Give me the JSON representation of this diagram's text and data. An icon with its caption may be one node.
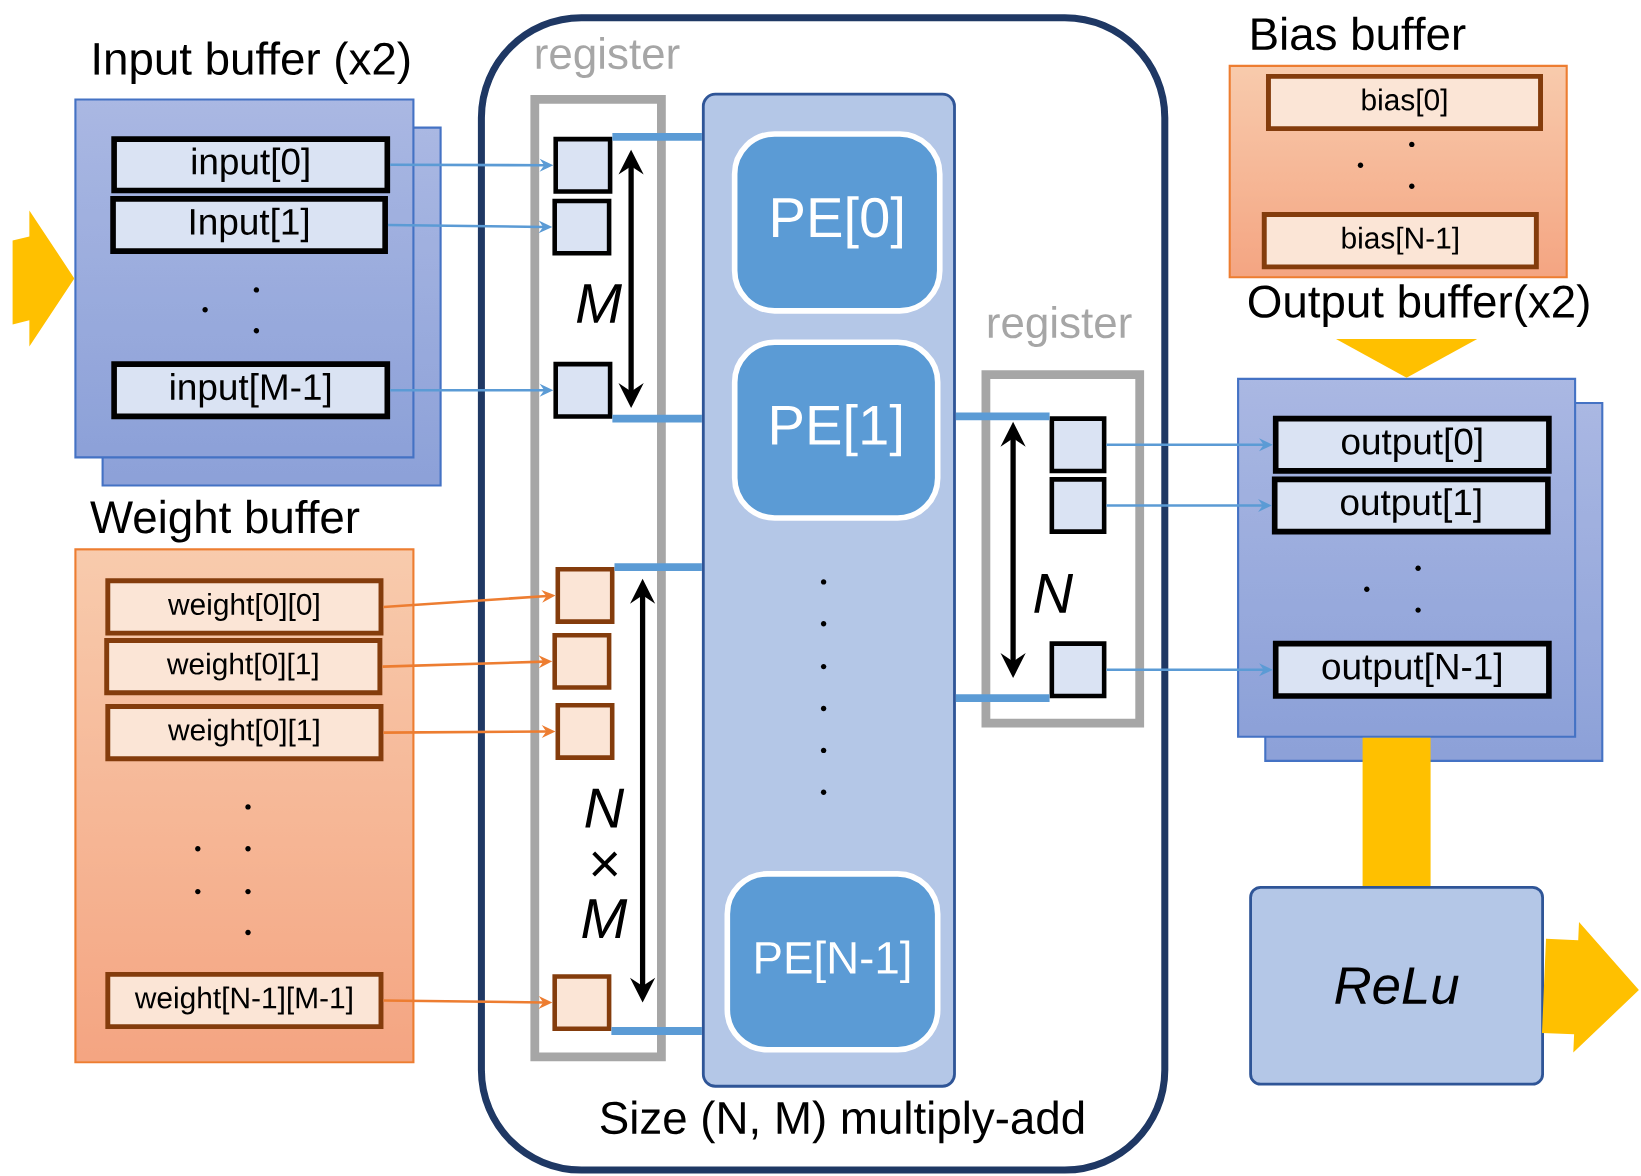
{
  "diagram": {
    "nodes": [
      {
        "text": [
          "Input buffer (x2)"
        ]
      },
      {
        "text": [
          "input[0]"
        ],
        "in": 0
      },
      {
        "text": [
          "Input[1]"
        ],
        "in": 0
      },
      {
        "text": [
          "input[M-1]"
        ],
        "in": 0
      },
      {
        "text": [
          "Weight buffer"
        ]
      },
      {
        "text": [
          "weight[0][0]"
        ],
        "in": 4
      },
      {
        "text": [
          "weight[0][1]"
        ],
        "in": 4
      },
      {
        "text": [
          "weight[0][1]"
        ],
        "in": 4
      },
      {
        "text": [
          "weight[N-1][M-1]"
        ],
        "in": 4
      },
      {
        "text": [
          "Size (N, M) multiply-add"
        ]
      },
      {
        "text": [
          "register"
        ],
        "in": 9
      },
      {
        "text": [],
        "shape": "box",
        "in": 10
      },
      {
        "text": [],
        "shape": "box",
        "in": 10
      },
      {
        "text": [],
        "shape": "box",
        "in": 10
      },
      {
        "text": [],
        "shape": "box",
        "in": 10
      },
      {
        "text": [],
        "shape": "box",
        "in": 10
      },
      {
        "text": [],
        "shape": "box",
        "in": 10
      },
      {
        "text": [],
        "shape": "box",
        "in": 10
      },
      {
        "text": [],
        "shape": "box",
        "in": 9
      },
      {
        "text": [
          "PE[0]"
        ],
        "in": 18
      },
      {
        "text": [
          "PE[1]"
        ],
        "in": 18
      },
      {
        "text": [
          "PE[N-1]"
        ],
        "in": 18
      },
      {
        "text": [
          "register"
        ],
        "in": 9
      },
      {
        "text": [],
        "shape": "box",
        "in": 22
      },
      {
        "text": [],
        "shape": "box",
        "in": 22
      },
      {
        "text": [],
        "shape": "box",
        "in": 22
      },
      {
        "text": [
          "Bias buffer"
        ]
      },
      {
        "text": [
          "bias[0]"
        ],
        "in": 26
      },
      {
        "text": [
          "bias[N-1]"
        ],
        "in": 26
      },
      {
        "text": [
          "Output buffer(x2)"
        ]
      },
      {
        "text": [
          "output[0]"
        ],
        "in": 29
      },
      {
        "text": [
          "output[1]"
        ],
        "in": 29
      },
      {
        "text": [
          "output[N-1]"
        ],
        "in": 29
      },
      {
        "text": [
          "ReLu"
        ]
      }
    ],
    "edges": [
      {
        "from": 1,
        "to": 11,
        "arrow": "to"
      },
      {
        "from": 2,
        "to": 12,
        "arrow": "to"
      },
      {
        "from": 3,
        "to": 13,
        "arrow": "to"
      },
      {
        "from": 5,
        "to": 14,
        "arrow": "to",
        "color": "#ed7d31"
      },
      {
        "from": 6,
        "to": 15,
        "arrow": "to",
        "color": "#ed7d31"
      },
      {
        "from": 7,
        "to": 16,
        "arrow": "to",
        "color": "#ed7d31"
      },
      {
        "from": 8,
        "to": 17,
        "arrow": "to",
        "color": "#ed7d31"
      },
      {
        "from": 11,
        "to": 18,
        "arrow": "none",
        "style": "thick"
      },
      {
        "from": 13,
        "to": 18,
        "arrow": "none",
        "style": "thick"
      },
      {
        "from": 14,
        "to": 18,
        "arrow": "none",
        "style": "thick"
      },
      {
        "from": 17,
        "to": 18,
        "arrow": "none",
        "style": "thick"
      },
      {
        "from": 18,
        "to": 23,
        "arrow": "none",
        "style": "thick"
      },
      {
        "from": 18,
        "to": 25,
        "arrow": "none",
        "style": "thick"
      },
      {
        "from": 23,
        "to": 30,
        "arrow": "to"
      },
      {
        "from": 24,
        "to": 31,
        "arrow": "to"
      },
      {
        "from": 25,
        "to": 32,
        "arrow": "to"
      },
      {
        "from": null,
        "to": 0,
        "arrow": "to",
        "style": "thick",
        "color": "#ffc000"
      },
      {
        "from": null,
        "to": 29,
        "arrow": "to",
        "style": "thick",
        "color": "#ffc000"
      },
      {
        "from": 29,
        "to": 33,
        "arrow": "none",
        "style": "thick",
        "color": "#ffc000"
      },
      {
        "from": 33,
        "to": null,
        "arrow": "to",
        "style": "thick",
        "color": "#ffc000"
      }
    ],
    "labels": [
      "M",
      "N × M",
      "N"
    ]
  }
}
